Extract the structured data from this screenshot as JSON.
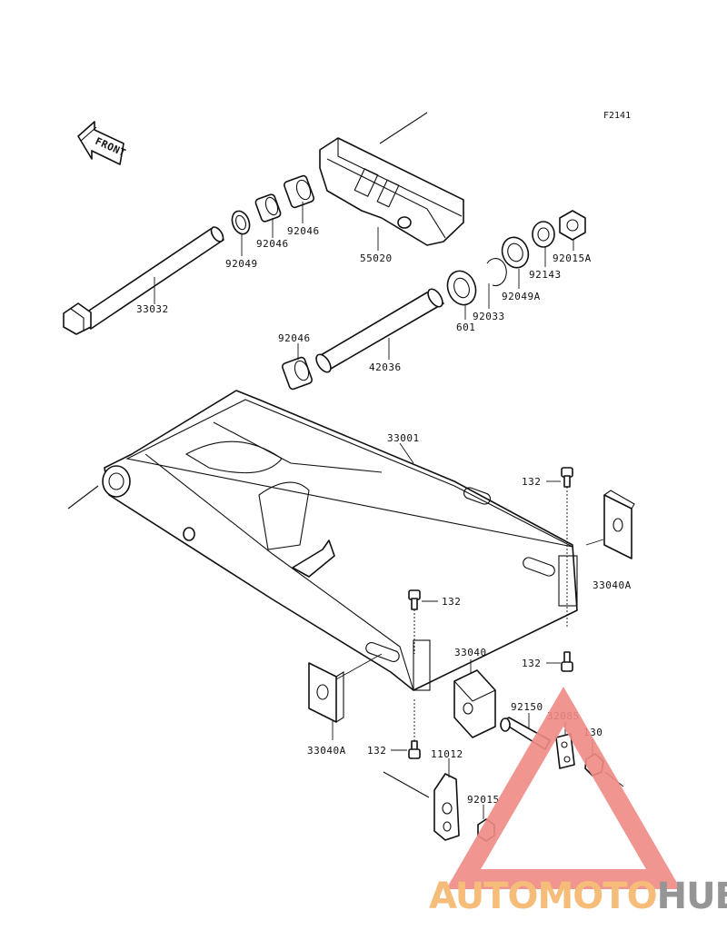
{
  "diagram": {
    "ref_code": "F2141",
    "front_label": "FRONT",
    "parts": {
      "p33032": "33032",
      "p92049": "92049",
      "p92046_a": "92046",
      "p92046_b": "92046",
      "p92046_c": "92046",
      "p55020": "55020",
      "p92015A": "92015A",
      "p92143": "92143",
      "p92049A": "92049A",
      "p92033": "92033",
      "p601": "601",
      "p42036": "42036",
      "p33001": "33001",
      "p132_a": "132",
      "p132_b": "132",
      "p132_c": "132",
      "p132_d": "132",
      "p33040A_a": "33040A",
      "p33040A_b": "33040A",
      "p33040": "33040",
      "p92150": "92150",
      "p32085": "32085",
      "p130": "130",
      "p11012": "11012",
      "p92015": "92015"
    }
  },
  "watermark": {
    "brand_part1": "AUTOMOTO",
    "brand_part2": "HUB",
    "colors": {
      "triangle": "#f08a86",
      "part1": "#f5b66b",
      "part2": "#8a8a8a"
    }
  }
}
